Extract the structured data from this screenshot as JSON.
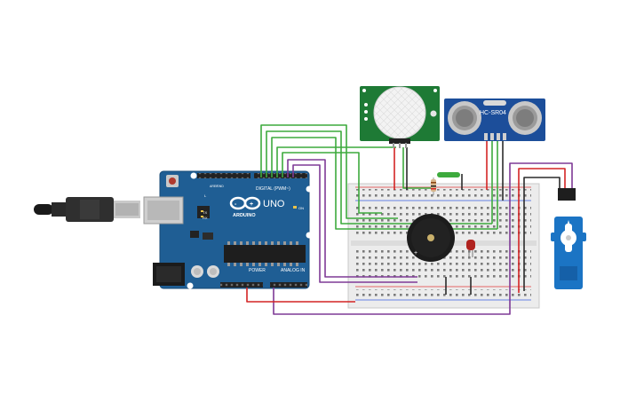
{
  "arduino": {
    "model": "UNO",
    "brand": "ARDUINO",
    "digital_label": "DIGITAL (PWM~)",
    "power_label": "POWER",
    "analog_label": "ANALOG IN",
    "tx_label": "TX",
    "rx_label": "RX",
    "l_label": "L",
    "on_label": "ON",
    "aref_label": "AREF",
    "gnd_label": "GND"
  },
  "ultrasonic": {
    "label": "HC-SR04"
  },
  "colors": {
    "board": "#1f5e94",
    "pir_board": "#1e7a35",
    "ultrasonic_board": "#1c4e9a",
    "servo": "#1b74c4",
    "buzzer": "#1c1c1c",
    "led": "#b0231f",
    "resistor": "#d7b58a",
    "wire_green": "#3daa3d",
    "wire_purple": "#7e3a96",
    "wire_red": "#d42424",
    "wire_black": "#2b2b2b",
    "breadboard": "#ececec"
  }
}
